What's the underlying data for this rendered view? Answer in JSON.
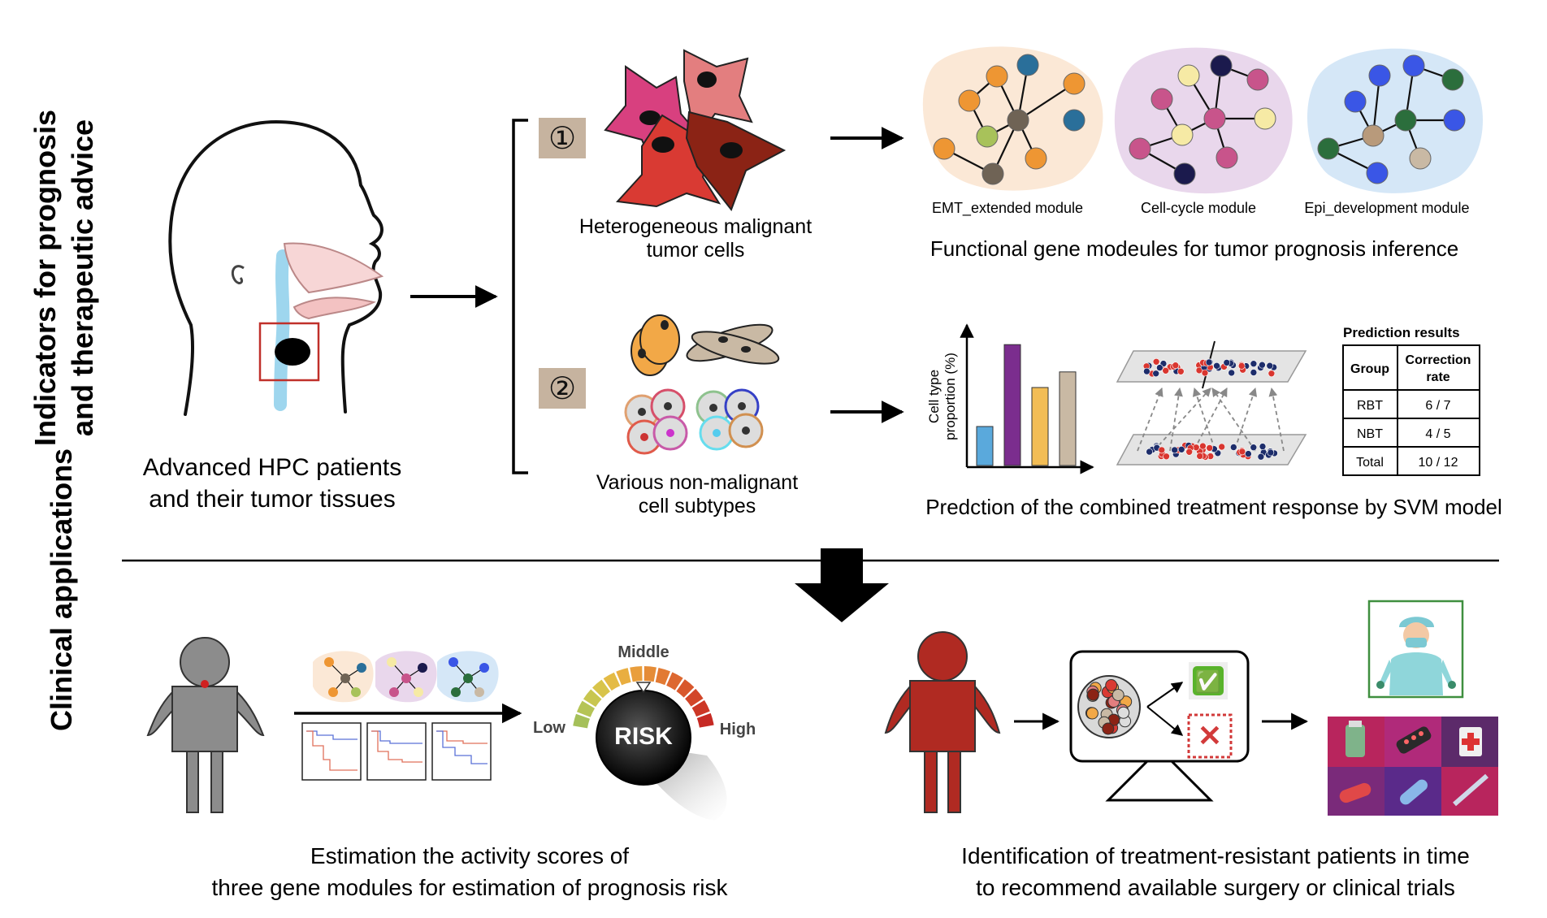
{
  "side_labels": {
    "top_line1": "Indicators for prognosis",
    "top_line2": "and therapeutic advice",
    "bottom": "Clinical applications"
  },
  "patient_caption": {
    "line1": "Advanced HPC patients",
    "line2": "and their tumor tissues"
  },
  "branch1": {
    "marker": "①",
    "caption_line1": "Heterogeneous malignant",
    "caption_line2": "tumor cells",
    "modules": [
      "EMT_extended module",
      "Cell-cycle module",
      "Epi_development module"
    ],
    "modules_caption": "Functional gene modeules for tumor prognosis inference"
  },
  "branch2": {
    "marker": "②",
    "caption_line1": "Various non-malignant",
    "caption_line2": "cell subtypes",
    "bar_ylabel_line1": "Cell type",
    "bar_ylabel_line2": "proportion (%)",
    "svm_caption": "Predction of the combined treatment response by SVM model"
  },
  "bar_chart": {
    "values": [
      20,
      62,
      40,
      48
    ],
    "colors": [
      "#5aa9dc",
      "#7b2d8e",
      "#f2bd55",
      "#c9b9a4"
    ]
  },
  "prediction_table": {
    "title": "Prediction results",
    "headers": [
      "Group",
      "Correction rate"
    ],
    "header_line1": "Correction",
    "header_line2": "rate",
    "rows": [
      [
        "RBT",
        "6 / 7"
      ],
      [
        "NBT",
        "4 / 5"
      ],
      [
        "Total",
        "10 / 12"
      ]
    ]
  },
  "clinical_left": {
    "gauge_labels": {
      "low": "Low",
      "middle": "Middle",
      "high": "High",
      "center": "RISK"
    },
    "caption_line1": "Estimation the activity scores of",
    "caption_line2": "three gene modules for estimation of prognosis risk"
  },
  "clinical_right": {
    "check_glyph": "✅",
    "cross_glyph": "✕",
    "caption_line1": "Identification of treatment-resistant patients in time",
    "caption_line2": "to recommend available surgery or clinical trials"
  },
  "colors": {
    "emt_blob": "#fbe8d6",
    "cellcycle_blob": "#e9d7ec",
    "epi_blob": "#d5e7f7",
    "marker_bg": "#c6b39f",
    "patient_red": "#b02a22",
    "patient_gray": "#8c8c8c"
  }
}
